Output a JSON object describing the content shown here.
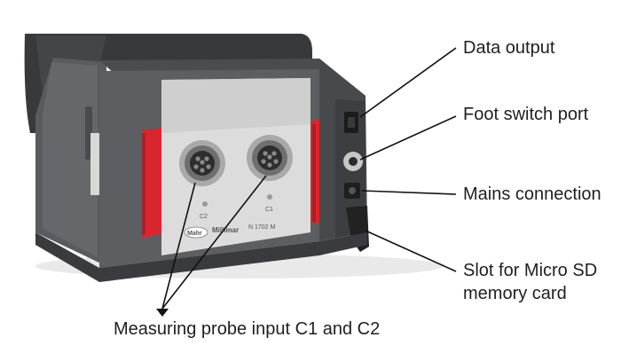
{
  "callouts": {
    "data_output": "Data output",
    "foot_switch": "Foot switch port",
    "mains": "Mains connection",
    "slot_line1": "Slot for Micro SD",
    "slot_line2": "memory card",
    "probe_input": "Measuring probe input C1 and C2"
  },
  "device": {
    "brand": "Mahr",
    "model_name": "Millimar",
    "model_number": "N 1702 M",
    "port_c1": "C1",
    "port_c2": "C2"
  }
}
